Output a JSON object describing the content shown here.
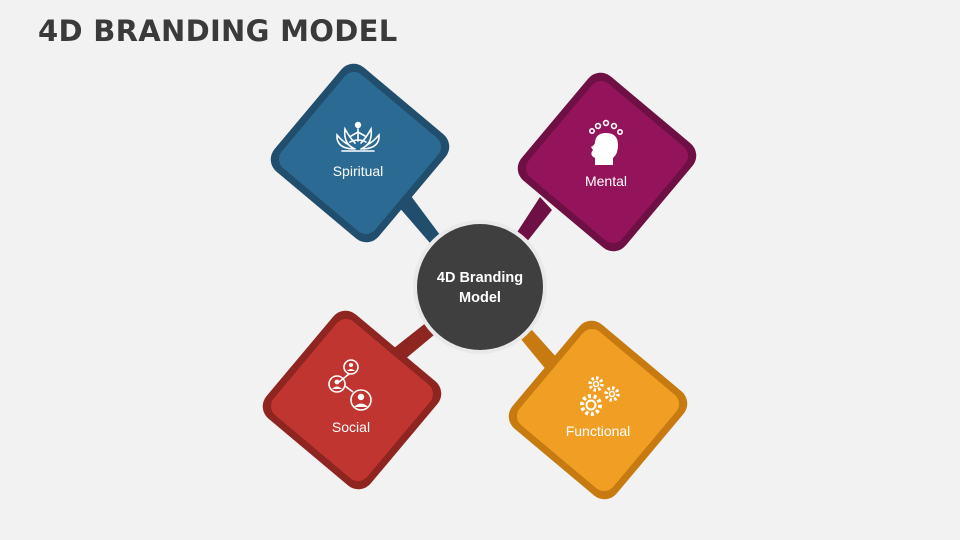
{
  "title": "4D BRANDING MODEL",
  "center": {
    "line1": "4D Branding",
    "line2": "Model",
    "color": "#3f3f3f"
  },
  "quadrants": [
    {
      "label": "Spiritual",
      "icon": "lotus-meditation-icon",
      "color": "#2a6a93",
      "border": "#214e6c"
    },
    {
      "label": "Mental",
      "icon": "head-mind-icon",
      "color": "#93145a",
      "border": "#6e1043"
    },
    {
      "label": "Social",
      "icon": "social-network-icon",
      "color": "#c0352f",
      "border": "#8f2520"
    },
    {
      "label": "Functional",
      "icon": "gears-icon",
      "color": "#f09e24",
      "border": "#c77a10"
    }
  ]
}
